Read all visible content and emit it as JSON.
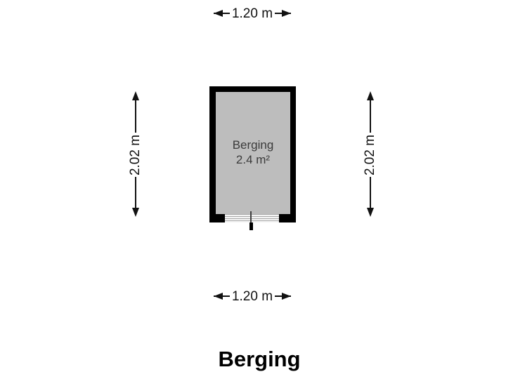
{
  "floorplan": {
    "title": "Berging",
    "room": {
      "name": "Berging",
      "area": "2.4 m²"
    },
    "dimensions": {
      "top": "1.20 m",
      "bottom": "1.20 m",
      "left": "2.02 m",
      "right": "2.02 m"
    },
    "colors": {
      "background": "#ffffff",
      "wall": "#000000",
      "floor": "#bdbdbd",
      "dimension_line": "#111111",
      "dimension_label_bg": "#ffffff",
      "room_text": "#3b3b3b",
      "title_text": "#000000"
    }
  }
}
